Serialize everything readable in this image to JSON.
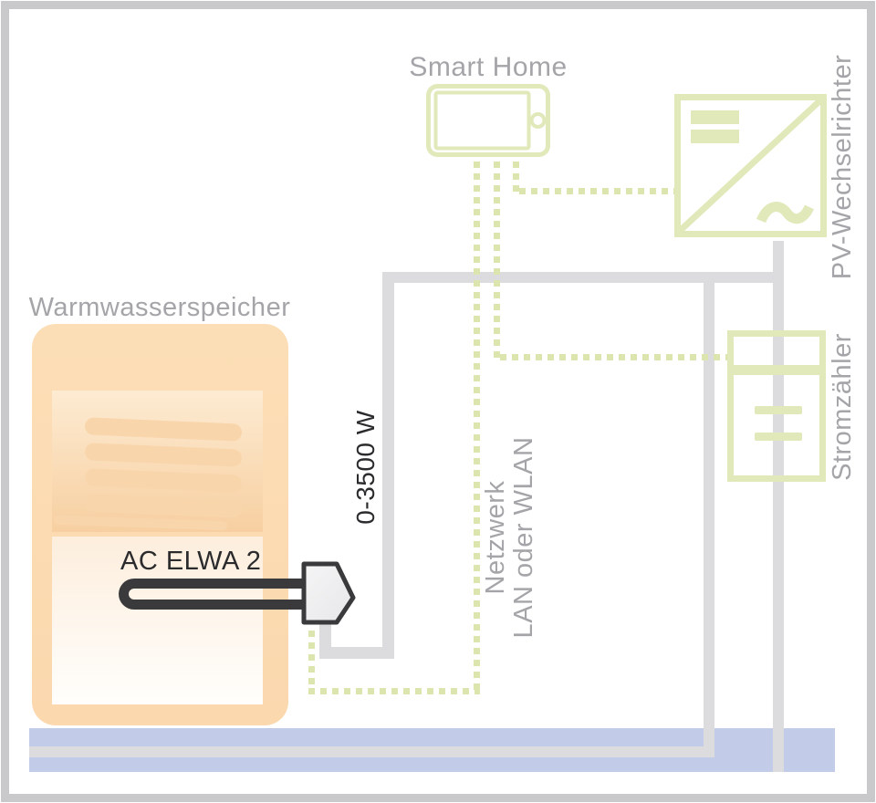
{
  "colors": {
    "shape_green": "#e1e9ba",
    "dot_green": "#dbe5ad",
    "line_gray": "#dcdcde",
    "grid_blue": "#c2cce9",
    "tank_orange": "#fbdaae",
    "coil_orange": "#f9d5ab",
    "label_gray": "#a5a5a9",
    "dark_text": "#2b2b2d",
    "device_stroke": "#3a3a3c"
  },
  "diagram": {
    "smart_home": {
      "label": "Smart Home"
    },
    "pv_inverter": {
      "label": "PV-Wechselrichter"
    },
    "power_meter": {
      "label": "Stromzähler"
    },
    "water_tank": {
      "label": "Warmwasserspeicher"
    },
    "heating_element": {
      "label": "AC ELWA 2",
      "power_range": "0-3500 W"
    },
    "network": {
      "line1": "Netzwerk",
      "line2": "LAN oder WLAN"
    }
  }
}
